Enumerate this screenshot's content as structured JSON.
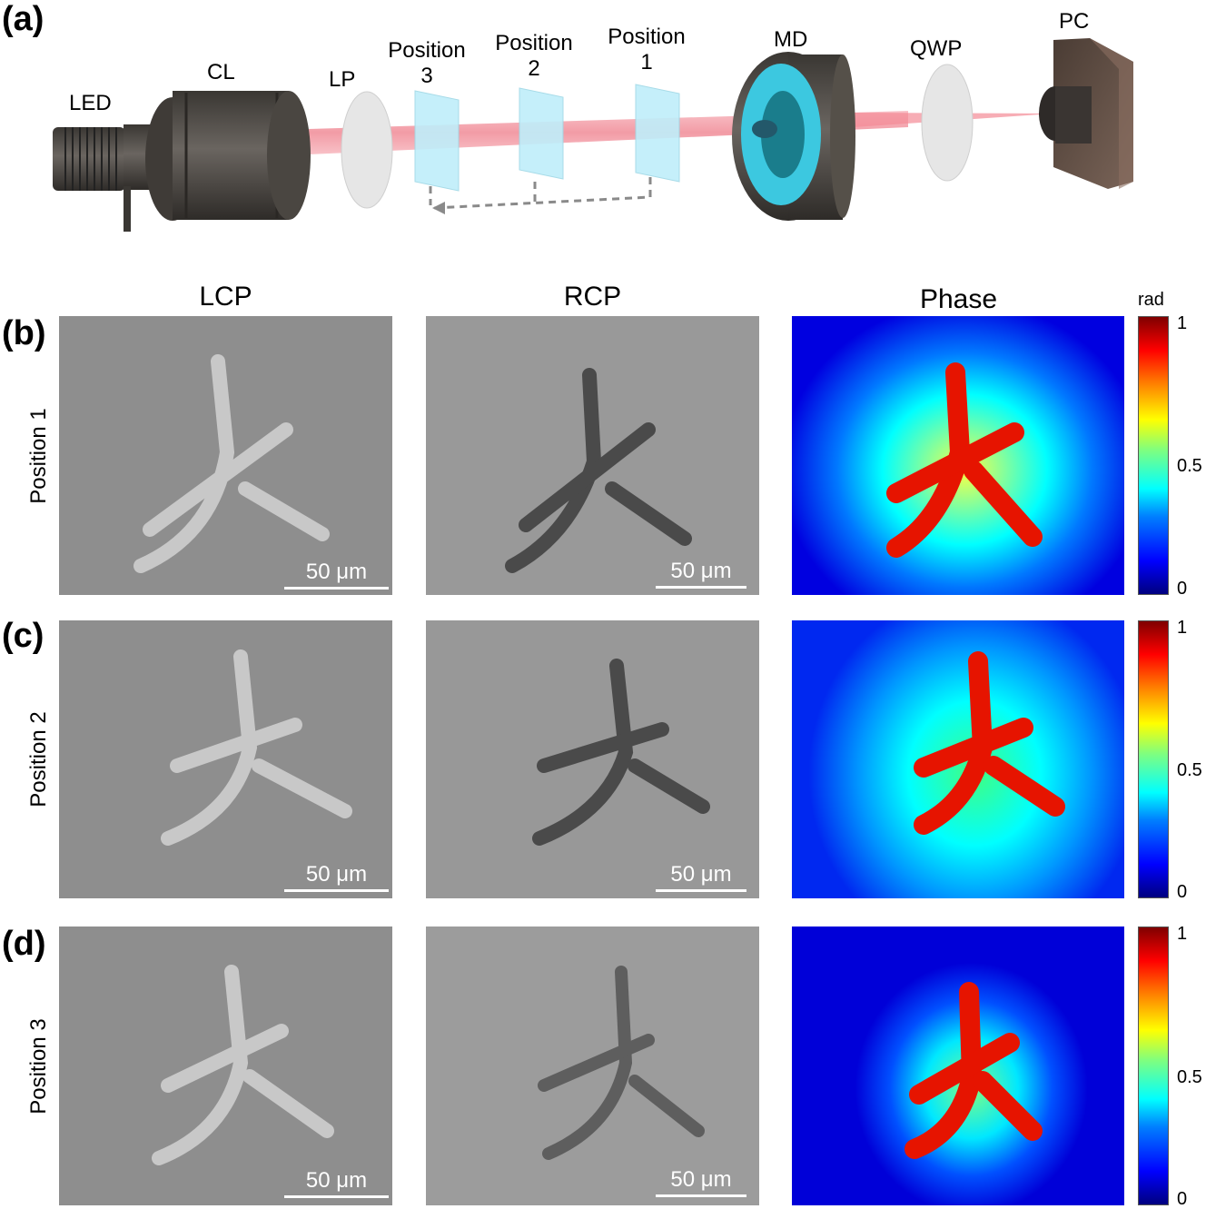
{
  "panel_a": {
    "label": "(a)",
    "components": {
      "led": "LED",
      "cl": "CL",
      "lp": "LP",
      "position3": {
        "line1": "Position",
        "line2": "3"
      },
      "position2": {
        "line1": "Position",
        "line2": "2"
      },
      "position1": {
        "line1": "Position",
        "line2": "1"
      },
      "md": "MD",
      "qwp": "QWP",
      "pc": "PC"
    },
    "colors": {
      "beam": "#f4a0a8",
      "housing": "#4a4640",
      "sample": "#bfeefa",
      "md_lens": "#3cc8e0",
      "camera": "#5a4a40"
    }
  },
  "column_titles": {
    "lcp": "LCP",
    "rcp": "RCP",
    "phase": "Phase"
  },
  "colorbar": {
    "unit": "rad",
    "ticks": [
      "1",
      "0.5",
      "0"
    ],
    "colormap": "jet",
    "range": [
      0,
      1
    ]
  },
  "rows": [
    {
      "label": "(b)",
      "position": "Position 1",
      "scale_lcp": "50 μm",
      "scale_rcp": "50 μm"
    },
    {
      "label": "(c)",
      "position": "Position 2",
      "scale_lcp": "50 μm",
      "scale_rcp": "50 μm"
    },
    {
      "label": "(d)",
      "position": "Position 3",
      "scale_lcp": "50 μm",
      "scale_rcp": "50 μm"
    }
  ]
}
